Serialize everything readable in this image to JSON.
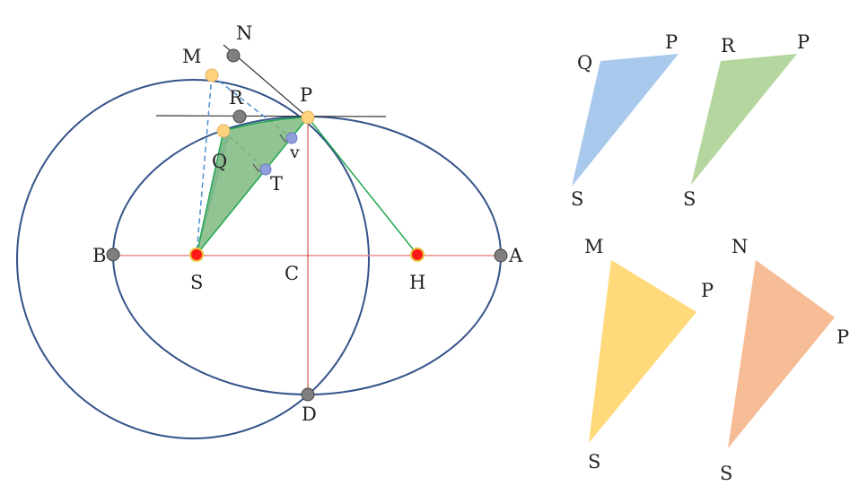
{
  "diagram": {
    "points": {
      "N": "N",
      "M": "M",
      "R": "R",
      "P": "P",
      "Q": "Q",
      "v": "v",
      "T": "T",
      "B": "B",
      "S": "S",
      "C": "C",
      "H": "H",
      "A": "A",
      "D": "D"
    },
    "triangles": [
      {
        "id": "qps",
        "labels": [
          "Q",
          "P",
          "S"
        ],
        "color": "#a9c9ec"
      },
      {
        "id": "rps",
        "labels": [
          "R",
          "P",
          "S"
        ],
        "color": "#b5d69e"
      },
      {
        "id": "mps",
        "labels": [
          "M",
          "P",
          "S"
        ],
        "color": "#ffd97a"
      },
      {
        "id": "nps",
        "labels": [
          "N",
          "P",
          "S"
        ],
        "color": "#f6bc96"
      }
    ],
    "colors": {
      "ellipse": "#34538a",
      "axis": "#e58a8a",
      "focus_fill": "#ff1a1a",
      "focus_ring": "#e8c23a",
      "point_gray": "#7f7f7f",
      "point_yellow": "#ffd27f",
      "point_blue": "#8f9fdc",
      "green_region": "#7fb87f",
      "green_line": "#1fa84f",
      "dashed_blue": "#4f8fd0",
      "tangent": "#333333"
    }
  }
}
